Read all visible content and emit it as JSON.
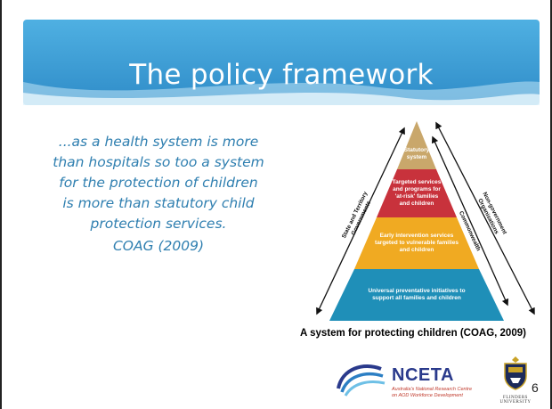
{
  "slide": {
    "title": "The policy framework",
    "number": "6",
    "colors": {
      "banner": "#3a9ad2",
      "accent_text": "#2f7fb0"
    }
  },
  "quote": {
    "text": "...as a health system is more than hospitals so too a system for the protection of children is more than statutory child protection services.",
    "citation": "COAG (2009)"
  },
  "diagram": {
    "caption": "A system for protecting children (COAG, 2009)",
    "tiers": [
      {
        "label": "Statutory system",
        "color": "#c9a76b"
      },
      {
        "label": "Targeted services and programs for 'at-risk' families and children",
        "color": "#c8323c"
      },
      {
        "label": "Early intervention services targeted to vulnerable families and children",
        "color": "#f0aa22"
      },
      {
        "label": "Universal preventative initiatives to support all families and children",
        "color": "#1f8fb8"
      }
    ],
    "side_labels": {
      "left": "State and Territory Governments",
      "right_outer": "Non-government Organisations",
      "right_inner": "Commonwealth"
    }
  },
  "logos": {
    "nceta": {
      "name": "NCETA",
      "tagline_line1": "Australia's National Research Centre",
      "tagline_line2": "on AOD Workforce Development"
    },
    "flinders": {
      "name": "FLINDERS UNIVERSITY"
    }
  }
}
